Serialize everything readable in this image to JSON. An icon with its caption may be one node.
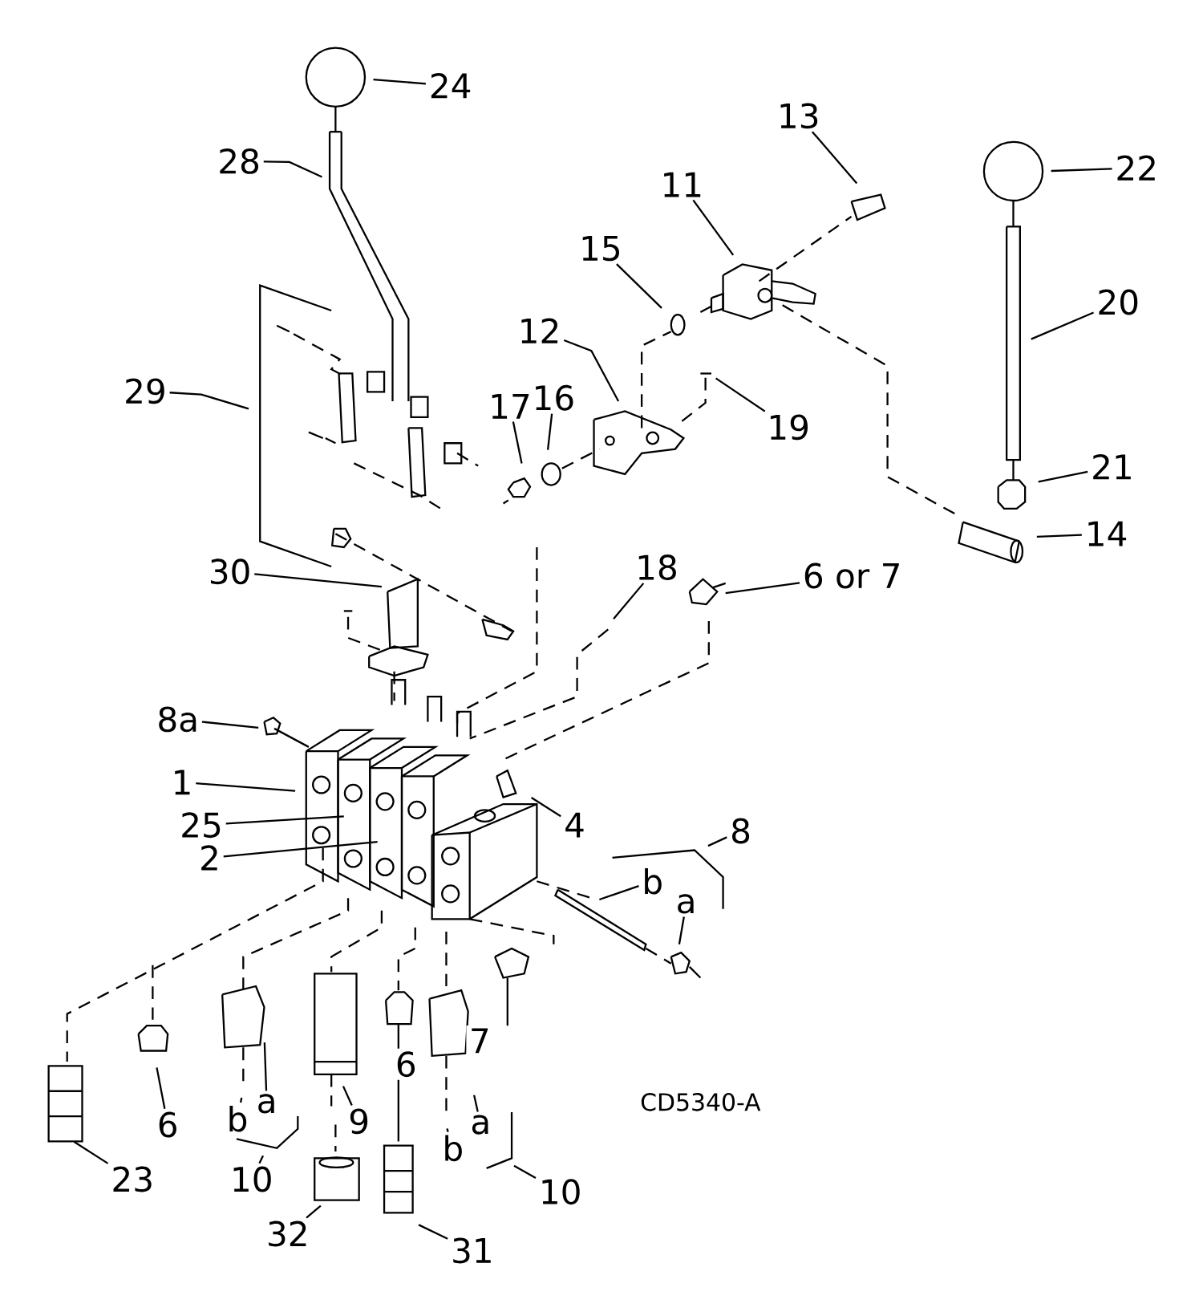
{
  "diagram": {
    "nodes": [
      {
        "text": [
          "24"
        ]
      },
      {
        "text": [
          "13"
        ]
      },
      {
        "text": [
          "28"
        ]
      },
      {
        "text": [
          "22"
        ]
      },
      {
        "text": [
          "11"
        ]
      },
      {
        "text": [
          "15"
        ]
      },
      {
        "text": [
          "20"
        ]
      },
      {
        "text": [
          "12"
        ]
      },
      {
        "text": [
          "29"
        ]
      },
      {
        "text": [
          "16"
        ]
      },
      {
        "text": [
          "17"
        ]
      },
      {
        "text": [
          "19"
        ]
      },
      {
        "text": [
          "21"
        ]
      },
      {
        "text": [
          "14"
        ]
      },
      {
        "text": [
          "18"
        ]
      },
      {
        "text": [
          "30"
        ]
      },
      {
        "text": [
          "6 or 7"
        ]
      },
      {
        "text": [
          "8a"
        ]
      },
      {
        "text": [
          "1"
        ]
      },
      {
        "text": [
          "25"
        ]
      },
      {
        "text": [
          "4"
        ]
      },
      {
        "text": [
          "8"
        ]
      },
      {
        "text": [
          "2"
        ]
      },
      {
        "text": [
          "b"
        ]
      },
      {
        "text": [
          "a"
        ]
      },
      {
        "text": [
          "a"
        ]
      },
      {
        "text": [
          "b"
        ]
      },
      {
        "text": [
          "9"
        ]
      },
      {
        "text": [
          "a"
        ]
      },
      {
        "text": [
          "6"
        ]
      },
      {
        "text": [
          "b"
        ]
      },
      {
        "text": [
          "23"
        ]
      },
      {
        "text": [
          "10"
        ]
      },
      {
        "text": [
          "10"
        ]
      },
      {
        "text": [
          "32"
        ]
      },
      {
        "text": [
          "31"
        ]
      }
    ],
    "edges": [
      {
        "from": 0,
        "to": null,
        "arrow": "none"
      },
      {
        "from": 1,
        "to": null,
        "arrow": "none"
      },
      {
        "from": 2,
        "to": null,
        "arrow": "none"
      },
      {
        "from": 3,
        "to": null,
        "arrow": "none"
      },
      {
        "from": 4,
        "to": null,
        "arrow": "none"
      },
      {
        "from": 5,
        "to": null,
        "arrow": "none"
      },
      {
        "from": 6,
        "to": null,
        "arrow": "none"
      },
      {
        "from": 7,
        "to": null,
        "arrow": "none"
      },
      {
        "from": 8,
        "to": null,
        "arrow": "none"
      },
      {
        "from": 9,
        "to": null,
        "arrow": "none"
      },
      {
        "from": 10,
        "to": null,
        "arrow": "none"
      },
      {
        "from": 11,
        "to": null,
        "arrow": "none"
      },
      {
        "from": 12,
        "to": null,
        "arrow": "none"
      },
      {
        "from": 13,
        "to": null,
        "arrow": "none"
      },
      {
        "from": 14,
        "to": null,
        "arrow": "none"
      },
      {
        "from": 15,
        "to": null,
        "arrow": "none"
      },
      {
        "from": 16,
        "to": null,
        "arrow": "none"
      },
      {
        "from": 17,
        "to": null,
        "arrow": "none"
      },
      {
        "from": 18,
        "to": null,
        "arrow": "none"
      },
      {
        "from": 19,
        "to": null,
        "arrow": "none"
      },
      {
        "from": 20,
        "to": null,
        "arrow": "none"
      },
      {
        "from": 21,
        "to": null,
        "arrow": "none"
      },
      {
        "from": 22,
        "to": null,
        "arrow": "none"
      },
      {
        "from": 23,
        "to": null,
        "arrow": "none"
      },
      {
        "from": 24,
        "to": null,
        "arrow": "none"
      },
      {
        "from": 25,
        "to": null,
        "arrow": "none"
      },
      {
        "from": 26,
        "to": null,
        "arrow": "none"
      },
      {
        "from": 27,
        "to": null,
        "arrow": "none"
      },
      {
        "from": 28,
        "to": null,
        "arrow": "none"
      },
      {
        "from": 29,
        "to": null,
        "arrow": "none"
      },
      {
        "from": 30,
        "to": null,
        "arrow": "none"
      },
      {
        "from": 31,
        "to": null,
        "arrow": "none"
      },
      {
        "from": 32,
        "to": null,
        "arrow": "none"
      },
      {
        "from": 33,
        "to": null,
        "arrow": "none"
      },
      {
        "from": 34,
        "to": null,
        "arrow": "none"
      },
      {
        "from": 35,
        "to": null,
        "arrow": "none"
      }
    ],
    "labels": [
      "7",
      "6",
      "CD5340-A"
    ]
  }
}
